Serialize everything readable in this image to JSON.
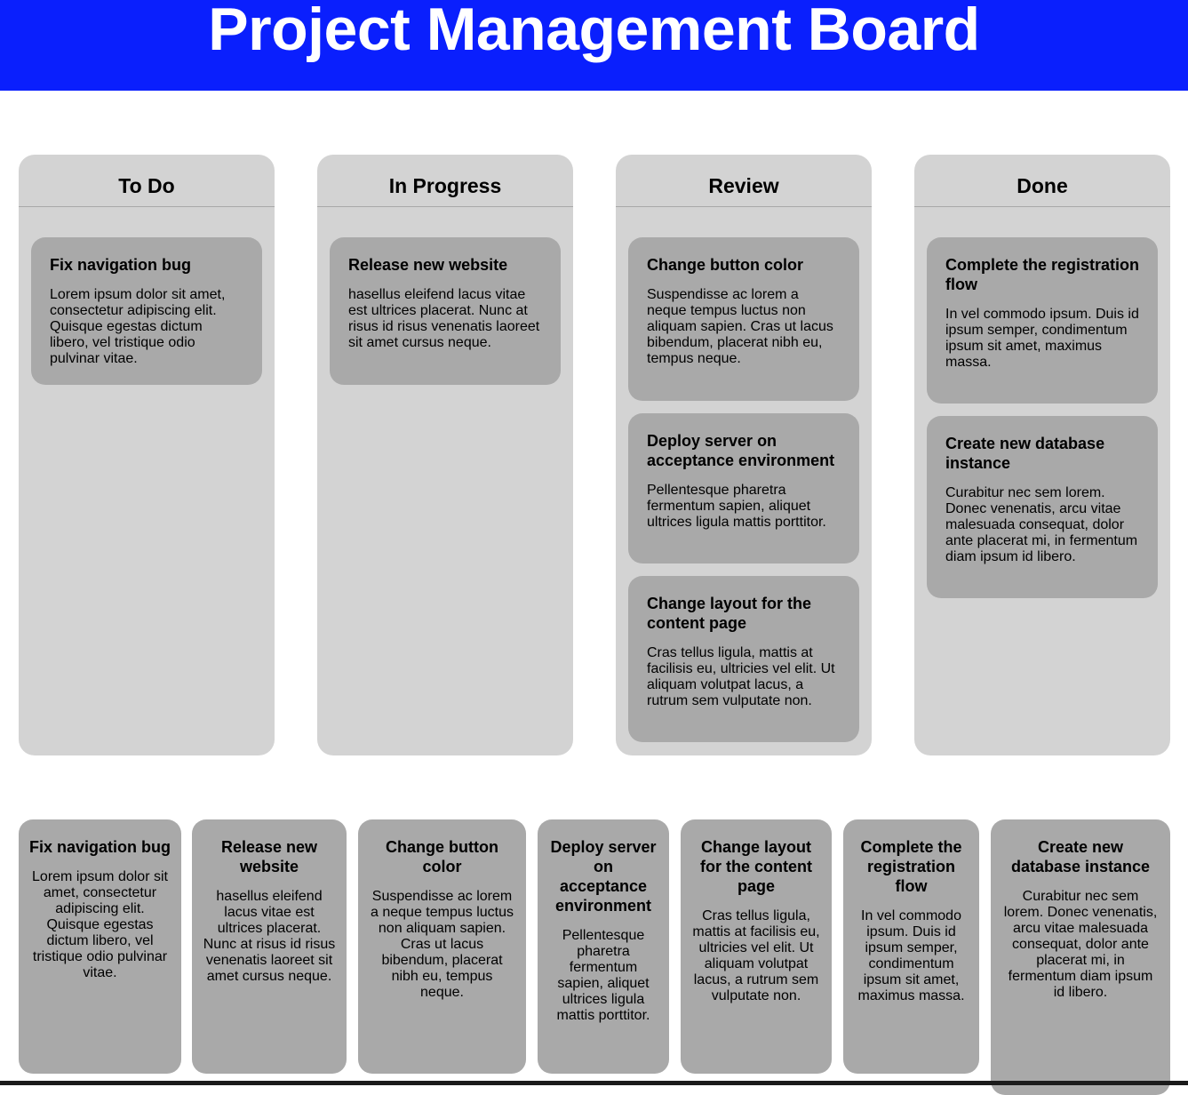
{
  "header": {
    "title": "Project Management Board"
  },
  "colors": {
    "header_bg": "#0a1ffd",
    "column_bg": "#d3d3d3",
    "card_bg": "#a9a9a9"
  },
  "columns": [
    {
      "title": "To Do",
      "cards": [
        {
          "title": "Fix navigation bug",
          "desc": "Lorem ipsum dolor sit amet, consectetur adipiscing elit. Quisque egestas dictum libero, vel tristique odio pulvinar vitae."
        }
      ]
    },
    {
      "title": "In Progress",
      "cards": [
        {
          "title": "Release new website",
          "desc": "hasellus eleifend lacus vitae est ultrices placerat. Nunc at risus id risus venenatis laoreet sit amet cursus neque."
        }
      ]
    },
    {
      "title": "Review",
      "cards": [
        {
          "title": "Change button color",
          "desc": "Suspendisse ac lorem a neque tempus luctus non aliquam sapien. Cras ut lacus bibendum, placerat nibh eu, tempus neque."
        },
        {
          "title": "Deploy server on acceptance environment",
          "desc": "Pellentesque pharetra fermentum sapien, aliquet ultrices ligula mattis porttitor."
        },
        {
          "title": "Change layout for the content page",
          "desc": "Cras tellus ligula, mattis at facilisis eu, ultricies vel elit. Ut aliquam volutpat lacus, a rutrum sem vulputate non."
        }
      ]
    },
    {
      "title": "Done",
      "cards": [
        {
          "title": "Complete the registration flow",
          "desc": "In vel commodo ipsum. Duis id ipsum semper, condimentum ipsum sit amet, maximus massa."
        },
        {
          "title": "Create new database instance",
          "desc": "Curabitur nec sem lorem. Donec venenatis, arcu vitae malesuada consequat, dolor ante placerat mi, in fermentum diam ipsum id libero."
        }
      ]
    }
  ],
  "strip_cards": [
    {
      "title": "Fix navigation bug",
      "desc": "Lorem ipsum dolor sit amet, consectetur adipiscing elit. Quisque egestas dictum libero, vel tristique odio pulvinar vitae."
    },
    {
      "title": "Release new website",
      "desc": "hasellus eleifend lacus vitae est ultrices placerat. Nunc at risus id risus venenatis laoreet sit amet cursus neque."
    },
    {
      "title": "Change button color",
      "desc": "Suspendisse ac lorem a neque tempus luctus non aliquam sapien. Cras ut lacus bibendum, placerat nibh eu, tempus neque."
    },
    {
      "title": "Deploy server on acceptance environment",
      "desc": "Pellentesque pharetra fermentum sapien, aliquet ultrices ligula mattis porttitor."
    },
    {
      "title": "Change layout for the content page",
      "desc": "Cras tellus ligula, mattis at facilisis eu, ultricies vel elit. Ut aliquam volutpat lacus, a rutrum sem vulputate non."
    },
    {
      "title": "Complete the registration flow",
      "desc": "In vel commodo ipsum. Duis id ipsum semper, condimentum ipsum sit amet, maximus massa."
    },
    {
      "title": "Create new database instance",
      "desc": "Curabitur nec sem lorem. Donec venenatis, arcu vitae malesuada consequat, dolor ante placerat mi, in fermentum diam ipsum id libero."
    }
  ]
}
